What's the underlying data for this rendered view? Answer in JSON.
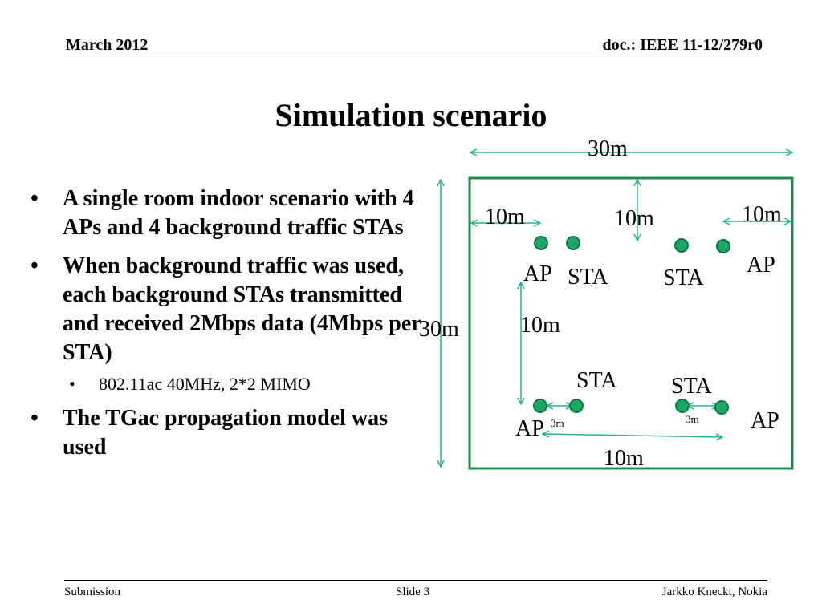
{
  "header": {
    "date": "March 2012",
    "doc_id": "doc.: IEEE 11-12/279r0"
  },
  "title": "Simulation scenario",
  "bullets": [
    {
      "text": "A single room indoor scenario with 4 APs and 4 background traffic STAs"
    },
    {
      "text": "When background traffic was used, each background STAs transmitted and received 2Mbps data (4Mbps per STA)",
      "sub": [
        "802.11ac 40MHz, 2*2 MIMO"
      ]
    },
    {
      "text": "The TGac propagation model was used"
    }
  ],
  "bullet_glyph": "•",
  "diagram": {
    "colors": {
      "room": "#1e8c4e",
      "node_fill": "#1aa864",
      "node_stroke": "#0e7a43",
      "arrow": "#2ab48a"
    },
    "room_width_label": "30m",
    "room_height_label": "30m",
    "top_left_offset_label": "10m",
    "top_center_offset_label": "10m",
    "top_right_offset_label": "10m",
    "left_vertical_label": "10m",
    "bottom_span_label": "10m",
    "ap_sta_gap_label": "3m",
    "labels": {
      "ap": "AP",
      "sta": "STA"
    }
  },
  "footer": {
    "left": "Submission",
    "center": "Slide 3",
    "right": "Jarkko Kneckt, Nokia"
  }
}
